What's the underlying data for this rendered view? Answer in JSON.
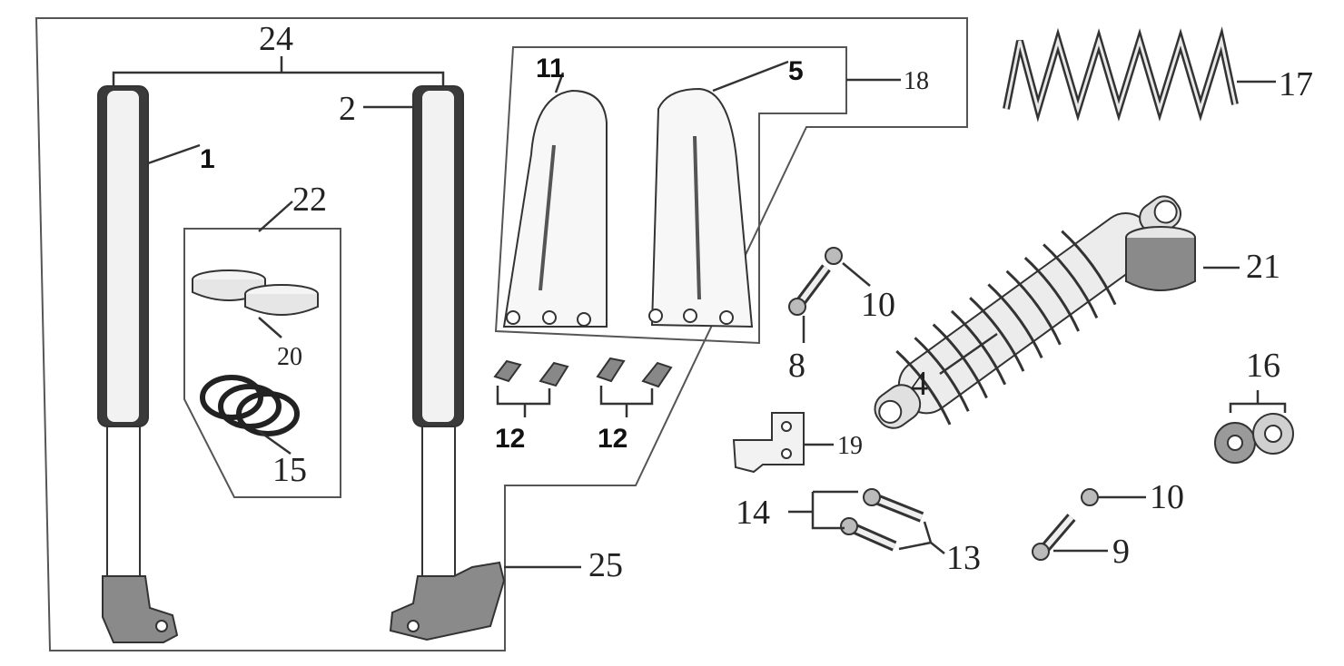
{
  "callouts": {
    "c1": "1",
    "c2": "2",
    "c4": "4",
    "c5": "5",
    "c8": "8",
    "c9": "9",
    "c10a": "10",
    "c10b": "10",
    "c11": "11",
    "c12a": "12",
    "c12b": "12",
    "c13": "13",
    "c14": "14",
    "c15": "15",
    "c16": "16",
    "c17": "17",
    "c18": "18",
    "c19": "19",
    "c20": "20",
    "c21": "21",
    "c22": "22",
    "c24": "24",
    "c25": "25"
  },
  "colors": {
    "line": "#333333",
    "tube_light": "#f2f2f2",
    "tube_dark": "#3a3a3a",
    "casting": "#8a8a8a",
    "spring": "#e8e8e8"
  }
}
